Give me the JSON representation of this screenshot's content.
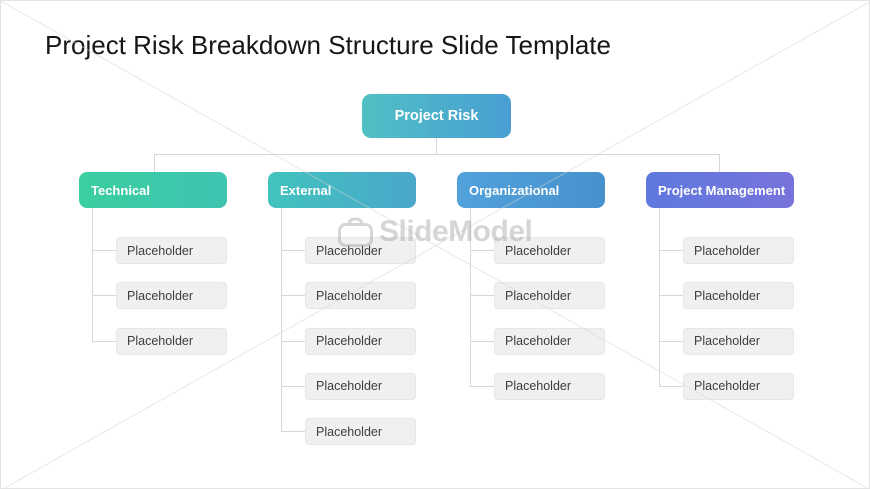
{
  "slide": {
    "title": "Project Risk Breakdown Structure Slide Template",
    "root": {
      "label": "Project Risk",
      "gradient": [
        "#4FC0C4",
        "#4A9ED3"
      ]
    },
    "categories": [
      {
        "label": "Technical",
        "gradient": [
          "#3BCEA0",
          "#3FC4B1"
        ],
        "items": [
          "Placeholder",
          "Placeholder",
          "Placeholder"
        ]
      },
      {
        "label": "External",
        "gradient": [
          "#41C3BE",
          "#4AA7CA"
        ],
        "items": [
          "Placeholder",
          "Placeholder",
          "Placeholder",
          "Placeholder",
          "Placeholder"
        ]
      },
      {
        "label": "Organizational",
        "gradient": [
          "#51A1DB",
          "#4792CD"
        ],
        "items": [
          "Placeholder",
          "Placeholder",
          "Placeholder",
          "Placeholder"
        ]
      },
      {
        "label": "Project Management",
        "gradient": [
          "#5F79DF",
          "#7773DC"
        ],
        "items": [
          "Placeholder",
          "Placeholder",
          "Placeholder",
          "Placeholder"
        ]
      }
    ],
    "watermark": {
      "text": "SlideModel",
      "logo_icon": "slidemodel-camera-logo-icon"
    },
    "colors": {
      "connector": "#d7d7d7",
      "item_bg": "#f0f0f0",
      "item_border": "#e7e7e7",
      "item_text": "#3d3d3d",
      "node_text": "#ffffff",
      "title_text": "#161616",
      "watermark": "#9e9e9e",
      "watermark_line": "#d6d6d6",
      "slide_border": "#e3e3e3",
      "background": "#ffffff"
    }
  }
}
